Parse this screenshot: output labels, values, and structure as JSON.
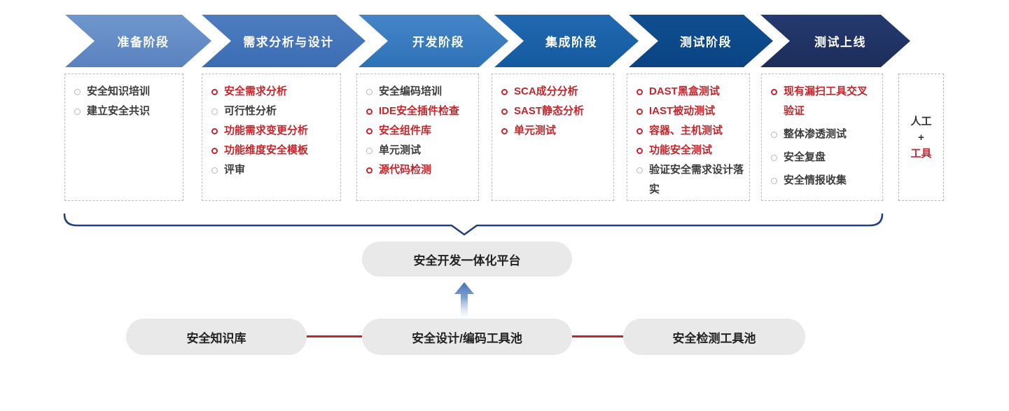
{
  "diagram": {
    "phases": [
      {
        "label": "准备阶段",
        "arrow_color_top": "#6f97ce",
        "arrow_color_bottom": "#5a82be",
        "items": [
          {
            "text": "安全知识培训",
            "highlight": false
          },
          {
            "text": "建立安全共识",
            "highlight": false
          }
        ]
      },
      {
        "label": "需求分析与设计",
        "arrow_color_top": "#4d7cc0",
        "arrow_color_bottom": "#3b6db3",
        "items": [
          {
            "text": "安全需求分析",
            "highlight": true
          },
          {
            "text": "可行性分析",
            "highlight": false
          },
          {
            "text": "功能需求变更分析",
            "highlight": true
          },
          {
            "text": "功能维度安全模板",
            "highlight": true
          },
          {
            "text": "评审",
            "highlight": false
          }
        ]
      },
      {
        "label": "开发阶段",
        "arrow_color_top": "#4486c8",
        "arrow_color_bottom": "#2e72b6",
        "items": [
          {
            "text": "安全编码培训",
            "highlight": false
          },
          {
            "text": "IDE安全插件检查",
            "highlight": true
          },
          {
            "text": "安全组件库",
            "highlight": true
          },
          {
            "text": "单元测试",
            "highlight": false
          },
          {
            "text": "源代码检测",
            "highlight": true
          }
        ]
      },
      {
        "label": "集成阶段",
        "arrow_color_top": "#2169b1",
        "arrow_color_bottom": "#145a9f",
        "items": [
          {
            "text": "SCA成分分析",
            "highlight": true
          },
          {
            "text": "SAST静态分析",
            "highlight": true
          },
          {
            "text": "单元测试",
            "highlight": true
          }
        ]
      },
      {
        "label": "测试阶段",
        "arrow_color_top": "#0f4f90",
        "arrow_color_bottom": "#0a4383",
        "items": [
          {
            "text": "DAST黑盒测试",
            "highlight": true
          },
          {
            "text": "IAST被动测试",
            "highlight": true
          },
          {
            "text": "容器、主机测试",
            "highlight": true
          },
          {
            "text": "功能安全测试",
            "highlight": true
          },
          {
            "text": "验证安全需求设计落实",
            "highlight": false
          }
        ]
      },
      {
        "label": "测试上线",
        "arrow_color_top": "#253a70",
        "arrow_color_bottom": "#1c2d5a",
        "items": [
          {
            "text": "现有漏扫工具交叉验证",
            "highlight": true
          },
          {
            "text": "整体渗透测试",
            "highlight": false
          },
          {
            "text": "安全复盘",
            "highlight": false
          },
          {
            "text": "安全情报收集",
            "highlight": false
          }
        ]
      }
    ],
    "side_box": {
      "lines": [
        {
          "text": "人工",
          "red": false
        },
        {
          "text": "+",
          "red": false
        },
        {
          "text": "工具",
          "red": true
        }
      ]
    },
    "platform_pill": {
      "label": "安全开发一体化平台"
    },
    "tool_pills": [
      {
        "label": "安全知识库"
      },
      {
        "label": "安全设计/编码工具池"
      },
      {
        "label": "安全检测工具池"
      }
    ],
    "colors": {
      "highlight_red": "#c4262c",
      "text_dark": "#3c3c3c",
      "brace_blue": "#24407c",
      "connector_red": "#c0272c",
      "pill_gray": "#e9e9e9",
      "up_arrow_blue": "#3f70b8"
    }
  }
}
